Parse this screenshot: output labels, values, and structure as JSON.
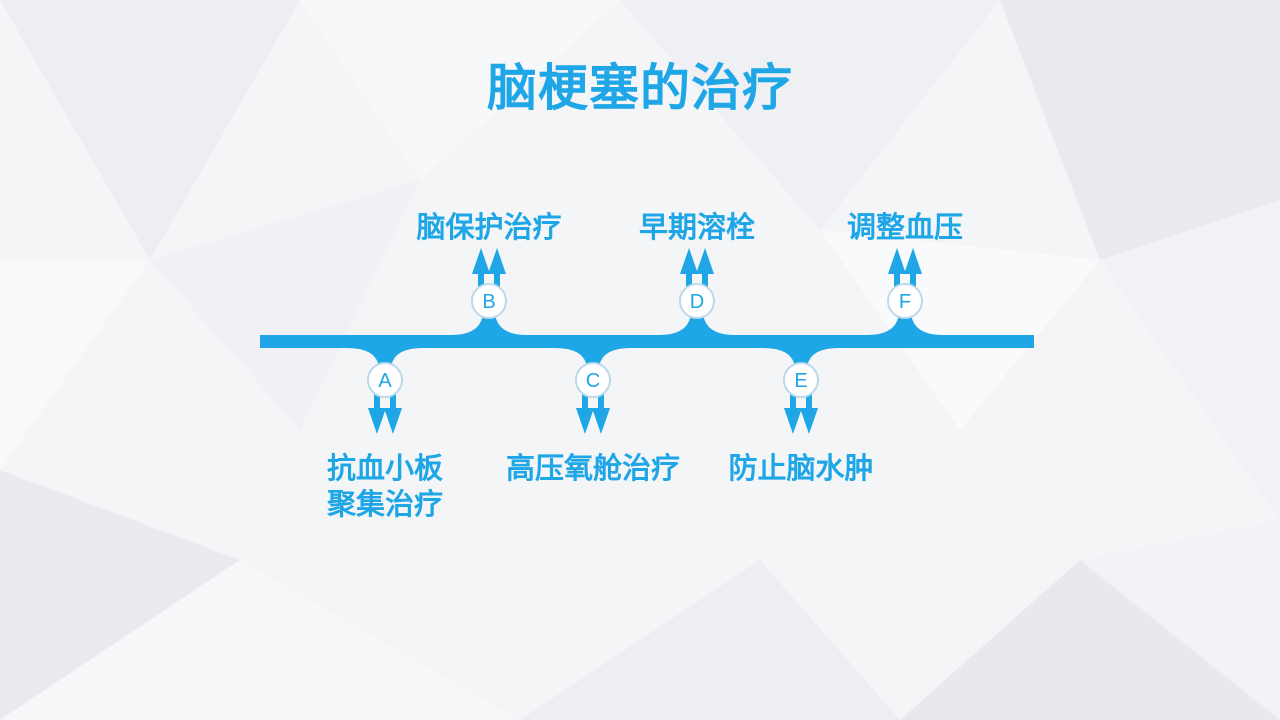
{
  "slide": {
    "title": "脑梗塞的治疗"
  },
  "colors": {
    "accent": "#1ea6e6",
    "marker_fill": "#ffffff",
    "marker_stroke": "#bcd9ea",
    "marker_text": "#1ea6e6",
    "background": "#f3f4f6"
  },
  "steps": [
    {
      "letter": "A",
      "direction": "down",
      "label_lines": [
        "抗血小板",
        "聚集治疗"
      ]
    },
    {
      "letter": "B",
      "direction": "up",
      "label_lines": [
        "脑保护治疗"
      ]
    },
    {
      "letter": "C",
      "direction": "down",
      "label_lines": [
        "高压氧舱治疗"
      ]
    },
    {
      "letter": "D",
      "direction": "up",
      "label_lines": [
        "早期溶栓"
      ]
    },
    {
      "letter": "E",
      "direction": "down",
      "label_lines": [
        "防止脑水肿"
      ]
    },
    {
      "letter": "F",
      "direction": "up",
      "label_lines": [
        "调整血压"
      ]
    }
  ]
}
